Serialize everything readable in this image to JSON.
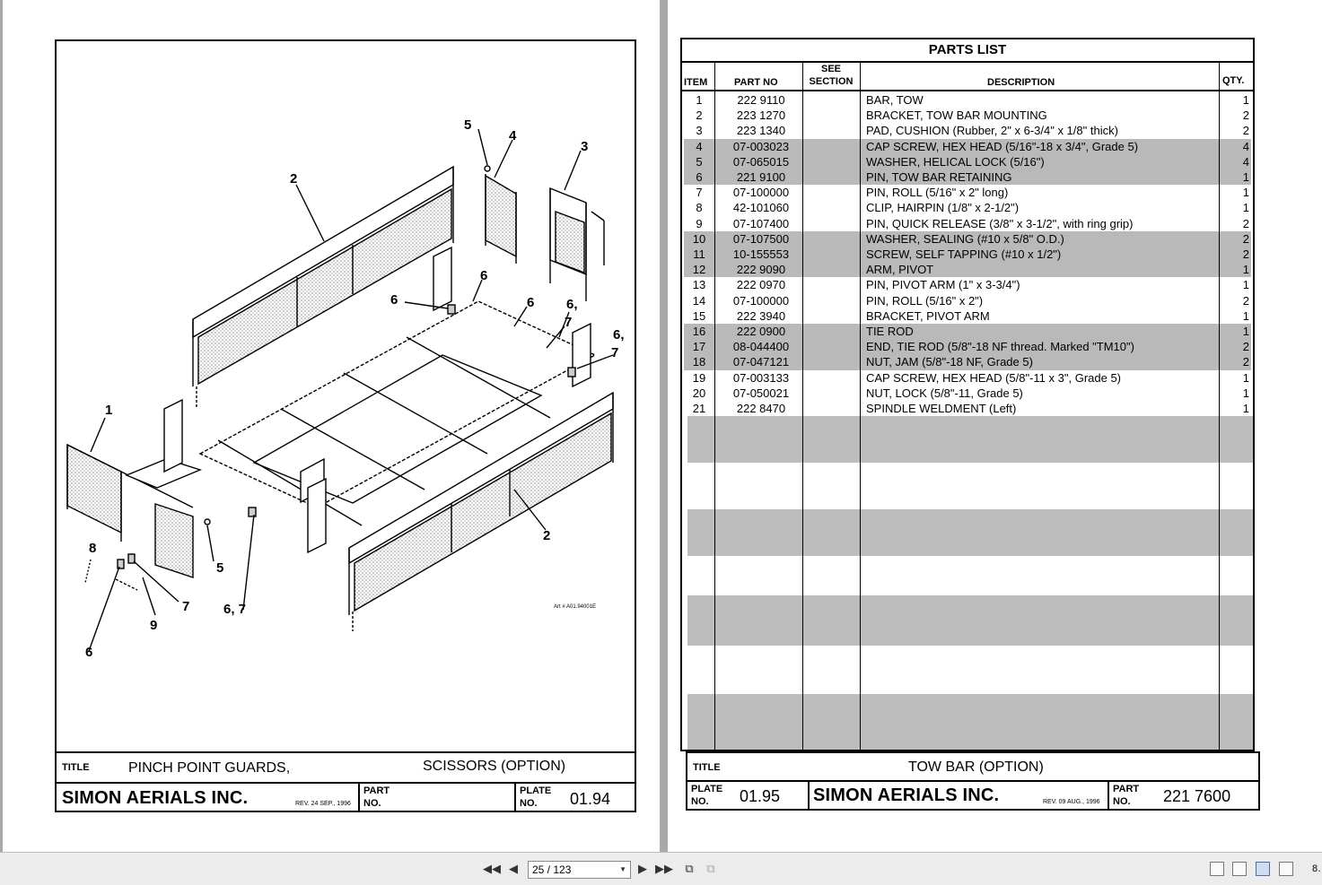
{
  "left_page": {
    "callouts": {
      "c1": "1",
      "c2a": "2",
      "c2b": "2",
      "c3": "3",
      "c4": "4",
      "c5a": "5",
      "c5b": "5",
      "c6a": "6",
      "c6b": "6",
      "c6c": "6",
      "c6d": "6,",
      "c6e": "6,",
      "c6f": "6, 7",
      "c6g": "6",
      "c7a": "7",
      "c7b": "7",
      "c7c": "7",
      "c8": "8",
      "c9": "9"
    },
    "art_number": "Art # A01.94001E",
    "title_label": "TITLE",
    "title_part1": "PINCH POINT GUARDS,",
    "title_part2": "SCISSORS (OPTION)",
    "company": "SIMON AERIALS INC.",
    "rev": "REV. 24 SEP., 1996",
    "part_label_1": "PART",
    "part_label_2": "NO.",
    "plate_label_1": "PLATE",
    "plate_label_2": "NO.",
    "plate_no": "01.94"
  },
  "right_page": {
    "header": "PARTS LIST",
    "columns": {
      "item": "ITEM",
      "part_no": "PART NO",
      "see": "SEE",
      "section": "SECTION",
      "description": "DESCRIPTION",
      "qty": "QTY."
    },
    "rows": [
      {
        "item": "1",
        "part": "222 9110",
        "desc": "BAR, TOW",
        "qty": "1"
      },
      {
        "item": "2",
        "part": "223 1270",
        "desc": "BRACKET, TOW BAR MOUNTING",
        "qty": "2"
      },
      {
        "item": "3",
        "part": "223 1340",
        "desc": "PAD, CUSHION (Rubber, 2\" x 6-3/4\" x 1/8\" thick)",
        "qty": "2"
      },
      {
        "item": "4",
        "part": "07-003023",
        "desc": "CAP SCREW, HEX HEAD (5/16\"-18 x 3/4\", Grade 5)",
        "qty": "4"
      },
      {
        "item": "5",
        "part": "07-065015",
        "desc": "WASHER, HELICAL LOCK (5/16\")",
        "qty": "4"
      },
      {
        "item": "6",
        "part": "221 9100",
        "desc": "PIN, TOW BAR RETAINING",
        "qty": "1"
      },
      {
        "item": "7",
        "part": "07-100000",
        "desc": "PIN, ROLL (5/16\" x 2\" long)",
        "qty": "1"
      },
      {
        "item": "8",
        "part": "42-101060",
        "desc": "CLIP, HAIRPIN (1/8\" x 2-1/2\")",
        "qty": "1"
      },
      {
        "item": "9",
        "part": "07-107400",
        "desc": "PIN, QUICK RELEASE (3/8\" x 3-1/2\", with ring grip)",
        "qty": "2"
      },
      {
        "item": "10",
        "part": "07-107500",
        "desc": "WASHER, SEALING (#10 x 5/8\" O.D.)",
        "qty": "2"
      },
      {
        "item": "11",
        "part": "10-155553",
        "desc": "SCREW, SELF TAPPING (#10 x 1/2\")",
        "qty": "2"
      },
      {
        "item": "12",
        "part": "222 9090",
        "desc": "ARM, PIVOT",
        "qty": "1"
      },
      {
        "item": "13",
        "part": "222 0970",
        "desc": "PIN, PIVOT ARM (1\" x 3-3/4\")",
        "qty": "1"
      },
      {
        "item": "14",
        "part": "07-100000",
        "desc": "PIN, ROLL (5/16\" x 2\")",
        "qty": "2"
      },
      {
        "item": "15",
        "part": "222 3940",
        "desc": "BRACKET, PIVOT ARM",
        "qty": "1"
      },
      {
        "item": "16",
        "part": "222 0900",
        "desc": "TIE ROD",
        "qty": "1"
      },
      {
        "item": "17",
        "part": "08-044400",
        "desc": "END, TIE ROD (5/8\"-18 NF thread.  Marked \"TM10\")",
        "qty": "2"
      },
      {
        "item": "18",
        "part": "07-047121",
        "desc": "NUT, JAM (5/8\"-18 NF, Grade 5)",
        "qty": "2"
      },
      {
        "item": "19",
        "part": "07-003133",
        "desc": "CAP SCREW, HEX HEAD (5/8\"-11 x 3\", Grade 5)",
        "qty": "1"
      },
      {
        "item": "20",
        "part": "07-050021",
        "desc": "NUT, LOCK (5/8\"-11, Grade 5)",
        "qty": "1"
      },
      {
        "item": "21",
        "part": "222 8470",
        "desc": "SPINDLE WELDMENT (Left)",
        "qty": "1"
      }
    ],
    "title_label": "TITLE",
    "title": "TOW BAR (OPTION)",
    "plate_label_1": "PLATE",
    "plate_label_2": "NO.",
    "plate_no": "01.95",
    "company": "SIMON AERIALS INC.",
    "rev": "REV. 09 AUG., 1996",
    "part_label_1": "PART",
    "part_label_2": "NO.",
    "part_no": "221 7600"
  },
  "toolbar": {
    "page_indicator": "25 / 123",
    "zoom": "8…"
  },
  "colors": {
    "shade": "#b9b9b9",
    "viewer_bg": "#a9a9a9",
    "toolbar_bg": "#ececec"
  }
}
